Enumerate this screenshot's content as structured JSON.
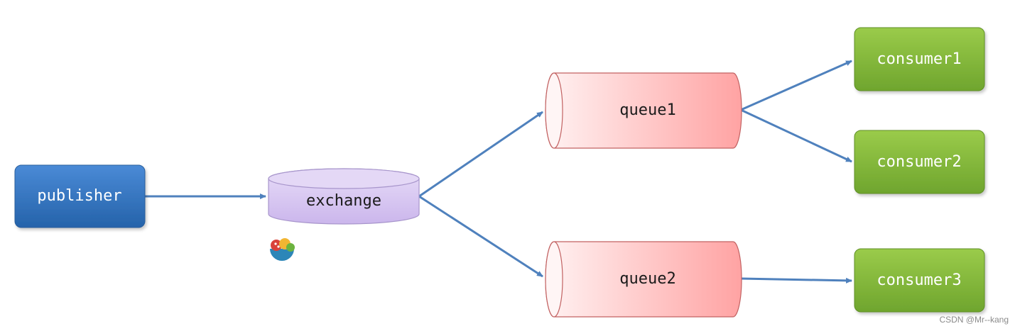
{
  "nodes": {
    "publisher": {
      "label": "publisher"
    },
    "exchange": {
      "label": "exchange"
    },
    "queue1": {
      "label": "queue1"
    },
    "queue2": {
      "label": "queue2"
    },
    "consumer1": {
      "label": "consumer1"
    },
    "consumer2": {
      "label": "consumer2"
    },
    "consumer3": {
      "label": "consumer3"
    }
  },
  "edges": [
    {
      "from": "publisher",
      "to": "exchange"
    },
    {
      "from": "exchange",
      "to": "queue1"
    },
    {
      "from": "exchange",
      "to": "queue2"
    },
    {
      "from": "queue1",
      "to": "consumer1"
    },
    {
      "from": "queue1",
      "to": "consumer2"
    },
    {
      "from": "queue2",
      "to": "consumer3"
    }
  ],
  "colors": {
    "publisher": "#2f6db5",
    "exchange": "#dccdf3",
    "queue": "#ffaaaa",
    "consumer": "#7cb23a",
    "arrow": "#4f81bd"
  },
  "watermark": "CSDN @Mr--kang"
}
